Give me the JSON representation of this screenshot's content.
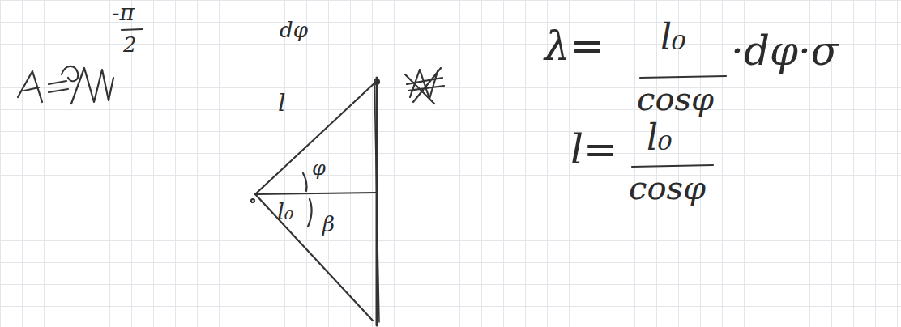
{
  "diagram": {
    "labels": [
      "-π",
      "2",
      "dφ",
      "l",
      "φ",
      "l₀",
      "β",
      "λ=",
      "l₀",
      "cosφ",
      "·dφ·σ",
      "l=",
      "l₀",
      "cosφ"
    ]
  }
}
